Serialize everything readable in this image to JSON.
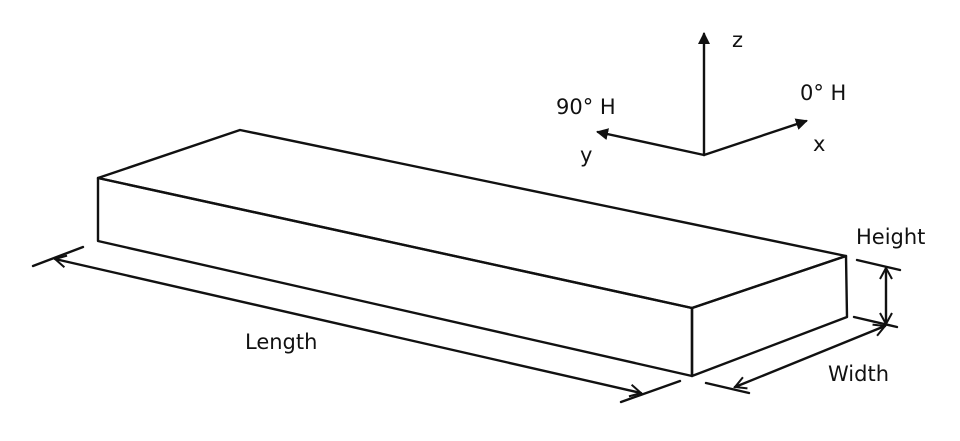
{
  "axes": {
    "z_label": "z",
    "x_label": "x",
    "y_label": "y",
    "x_direction_label": "0° H",
    "y_direction_label": "90° H"
  },
  "dimensions": {
    "length_label": "Length",
    "width_label": "Width",
    "height_label": "Height"
  },
  "colors": {
    "stroke": "#111111",
    "background": "#ffffff"
  }
}
